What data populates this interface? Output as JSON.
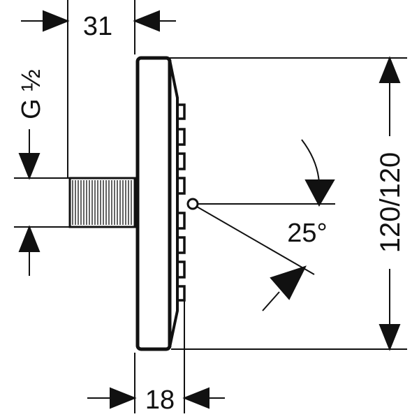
{
  "dimensions": {
    "inlet_depth": "31",
    "face_depth": "18",
    "head_size": "120/120",
    "thread": "G ½",
    "spray_angle": "25°"
  },
  "colors": {
    "line": "#111111",
    "background": "#ffffff"
  }
}
